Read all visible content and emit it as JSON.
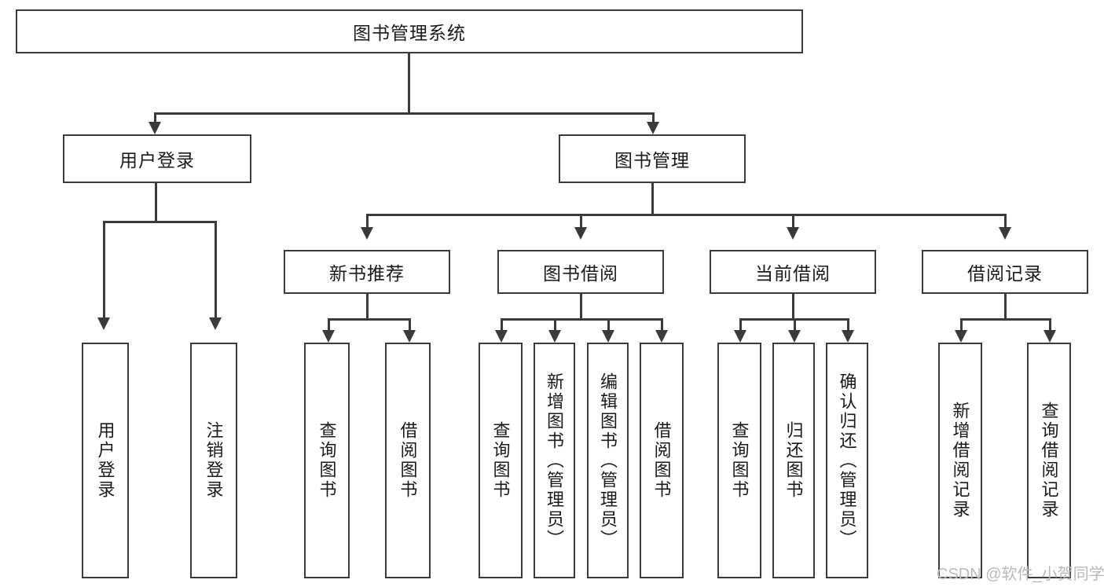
{
  "diagram": {
    "type": "tree-hierarchy-chart",
    "title": "图书管理系统",
    "root": {
      "id": "root",
      "label": "图书管理系统",
      "orientation": "horizontal"
    },
    "level2": [
      {
        "id": "user-login",
        "label": "用户登录",
        "orientation": "horizontal"
      },
      {
        "id": "book-manage",
        "label": "图书管理",
        "orientation": "horizontal"
      }
    ],
    "level3": [
      {
        "id": "new-book-recommend",
        "label": "新书推荐",
        "orientation": "horizontal",
        "parent": "book-manage"
      },
      {
        "id": "book-borrow",
        "label": "图书借阅",
        "orientation": "horizontal",
        "parent": "book-manage"
      },
      {
        "id": "current-borrow",
        "label": "当前借阅",
        "orientation": "horizontal",
        "parent": "book-manage"
      },
      {
        "id": "borrow-record",
        "label": "借阅记录",
        "orientation": "horizontal",
        "parent": "book-manage"
      }
    ],
    "leaves": [
      {
        "id": "leaf-user-login",
        "label": "用户登录",
        "orientation": "vertical",
        "parent": "user-login"
      },
      {
        "id": "leaf-logout",
        "label": "注销登录",
        "orientation": "vertical",
        "parent": "user-login"
      },
      {
        "id": "leaf-query-book-1",
        "label": "查询图书",
        "orientation": "vertical",
        "parent": "new-book-recommend"
      },
      {
        "id": "leaf-borrow-book-1",
        "label": "借阅图书",
        "orientation": "vertical",
        "parent": "new-book-recommend"
      },
      {
        "id": "leaf-query-book-2",
        "label": "查询图书",
        "orientation": "vertical",
        "parent": "book-borrow"
      },
      {
        "id": "leaf-add-book",
        "label": "新增图书（管理员）",
        "orientation": "vertical",
        "parent": "book-borrow"
      },
      {
        "id": "leaf-edit-book",
        "label": "编辑图书（管理员）",
        "orientation": "vertical",
        "parent": "book-borrow"
      },
      {
        "id": "leaf-borrow-book-2",
        "label": "借阅图书",
        "orientation": "vertical",
        "parent": "book-borrow"
      },
      {
        "id": "leaf-query-book-3",
        "label": "查询图书",
        "orientation": "vertical",
        "parent": "current-borrow"
      },
      {
        "id": "leaf-return-book",
        "label": "归还图书",
        "orientation": "vertical",
        "parent": "current-borrow"
      },
      {
        "id": "leaf-confirm-return",
        "label": "确认归还（管理员）",
        "orientation": "vertical",
        "parent": "current-borrow"
      },
      {
        "id": "leaf-add-record",
        "label": "新增借阅记录",
        "orientation": "vertical",
        "parent": "borrow-record"
      },
      {
        "id": "leaf-query-record",
        "label": "查询借阅记录",
        "orientation": "vertical",
        "parent": "borrow-record"
      }
    ],
    "colors": {
      "stroke": "#3a3a3a",
      "fill": "#ffffff",
      "text": "#1a1a1a",
      "watermark": "#b9b9b9"
    }
  },
  "watermark": {
    "text": "CSDN @软件_小贺同学"
  }
}
